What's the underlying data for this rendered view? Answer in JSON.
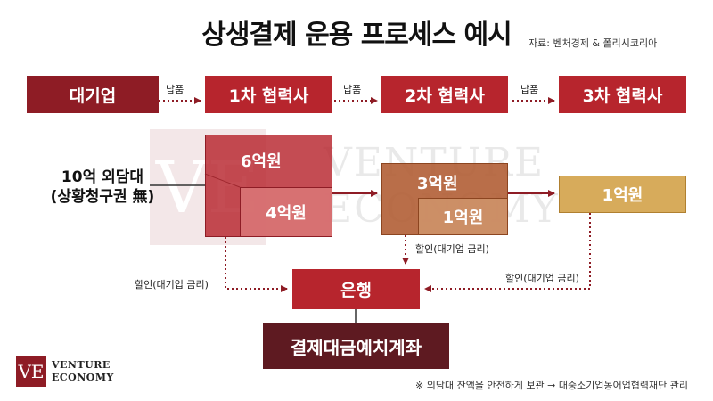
{
  "title": "상생결제 운용 프로세스 예시",
  "source": "자료: 벤처경제 & 폴리시코리아",
  "tiers": [
    {
      "label": "대기업"
    },
    {
      "label": "1차 협력사"
    },
    {
      "label": "2차 협력사"
    },
    {
      "label": "3차 협력사"
    }
  ],
  "arrow_labels": [
    "납품",
    "납품",
    "납품"
  ],
  "amounts": {
    "left_line1": "10억 외담대",
    "left_line2": "(상황청구권 無)",
    "tier1_total": "6억원",
    "tier1_remain": "4억원",
    "tier2_total": "3억원",
    "tier2_remain": "1억원",
    "tier3_total": "1억원"
  },
  "discount_labels": [
    "할인(대기업 금리)",
    "할인(대기업 금리)",
    "할인(대기업 금리)"
  ],
  "bank": "은행",
  "account": "결제대금예치계좌",
  "watermark": {
    "logo": "VE",
    "line1": "VENTURE",
    "line2": "ECONOMY"
  },
  "logo": {
    "mark": "VE",
    "line1": "VENTURE",
    "line2": "ECONOMY"
  },
  "note": "※ 외담대 잔액을 안전하게 보관 → 대중소기업농어업협력재단 관리",
  "colors": {
    "dark_red": "#8e1c25",
    "red": "#b7252d",
    "brown": "#af5a30",
    "gold": "#d7ab5b",
    "account_dark": "#5e1a21"
  }
}
